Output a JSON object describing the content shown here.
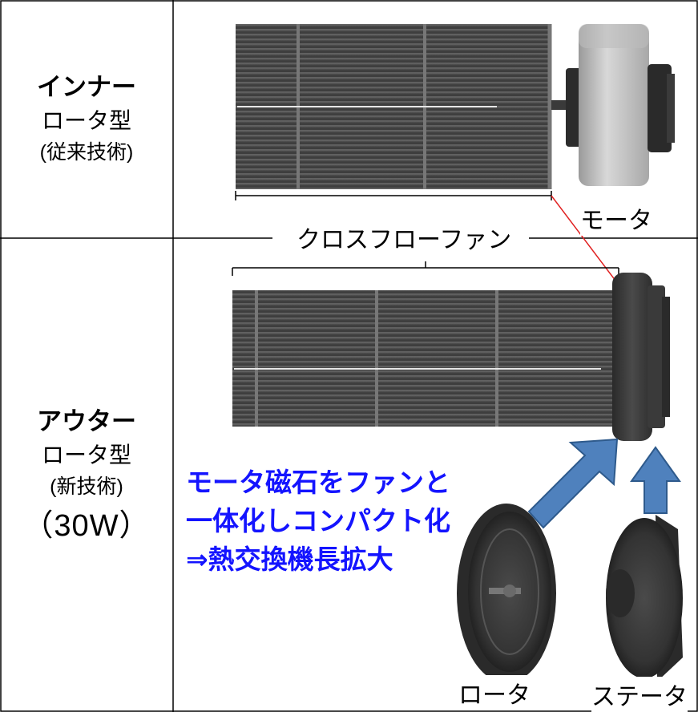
{
  "rows": [
    {
      "heading": "インナー",
      "subheading": "ロータ型",
      "note": "(従来技術)"
    },
    {
      "heading": "アウター",
      "subheading": "ロータ型",
      "note": "(新技術)",
      "power": "（30W）"
    }
  ],
  "labels": {
    "cross_flow_fan": "クロスフローファン",
    "motor": "モータ",
    "rotor": "ロータ",
    "stator": "ステータ"
  },
  "annotation": {
    "line1": "モータ磁石をファンと",
    "line2": "一体化しコンパクト化",
    "line3": "⇒熱交換機長拡大"
  },
  "colors": {
    "annotation_text": "#1414ff",
    "arrow_fill": "#4f81bd",
    "leader_line": "#e02020",
    "fan_body": "#555555"
  }
}
